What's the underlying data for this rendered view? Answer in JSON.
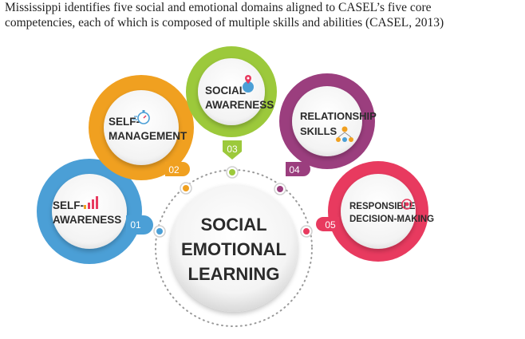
{
  "caption": {
    "line1": "Mississippi identifies five social and emotional domains aligned to CASEL’s five core",
    "line2": "competencies, each of which is composed of multiple skills and abilities (CASEL, 2013)"
  },
  "center": {
    "line1": "SOCIAL",
    "line2": "EMOTIONAL",
    "line3": "LEARNING"
  },
  "domains": [
    {
      "number": "01",
      "line1": "SELF-",
      "line2": "AWARENESS",
      "color": "#4b9fd6",
      "icon": "bar-chart-icon"
    },
    {
      "number": "02",
      "line1": "SELF-",
      "line2": "MANAGEMENT",
      "color": "#f0a020",
      "icon": "stopwatch-icon"
    },
    {
      "number": "03",
      "line1": "SOCIAL",
      "line2": "AWARENESS",
      "color": "#9cc93b",
      "icon": "globe-pin-icon"
    },
    {
      "number": "04",
      "line1": "RELATIONSHIP",
      "line2": "SKILLS",
      "color": "#9b3e7e",
      "icon": "people-network-icon"
    },
    {
      "number": "05",
      "line1": "RESPONSIBLE",
      "line2": "DECISION-MAKING",
      "color": "#e83a5f",
      "icon": "target-icon"
    }
  ]
}
